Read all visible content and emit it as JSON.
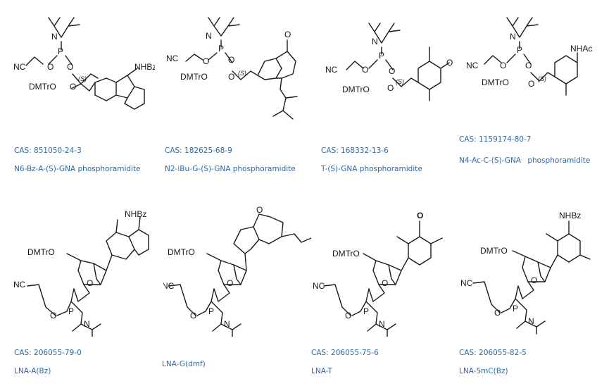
{
  "compounds": [
    {
      "cas": "CAS: 851050-24-3",
      "name": "N6-Bz-A-(S)-GNA phosphoramidite",
      "atoms": {
        "n": "N",
        "p": "P",
        "o1": "O",
        "o2": "O",
        "nc": "NC",
        "dmt": "DMTrO",
        "s": "(S)",
        "o3": "O",
        "base": "NHBz"
      }
    },
    {
      "cas": "CAS: 182625-68-9",
      "name": "N2-iBu-G-(S)-GNA phosphoramidite",
      "atoms": {
        "n": "N",
        "p": "P",
        "o1": "O",
        "o2": "O",
        "nc": "NC",
        "dmt": "DMTrO",
        "s": "(S)",
        "o3": "O",
        "base": "O"
      }
    },
    {
      "cas": "CAS: 168332-13-6",
      "name": "T-(S)-GNA phosphoramidite",
      "atoms": {
        "n": "N",
        "p": "P",
        "o1": "O",
        "o2": "O",
        "nc": "NC",
        "dmt": "DMTrO",
        "s": "(S)",
        "o3": "O",
        "base": "O"
      }
    },
    {
      "cas": "CAS: 1159174-80-7",
      "name": "N4-Ac-C-(S)-GNA phosphoramidite",
      "atoms": {
        "n": "N",
        "p": "P",
        "o1": "O",
        "o2": "O",
        "nc": "NC",
        "dmt": "DMTrO",
        "s": "(S)",
        "o3": "O",
        "base": "NHAc"
      }
    },
    {
      "cas": "CAS: 206055-79-0",
      "name": "LNA-A(Bz)",
      "atoms": {
        "dmt": "DMTrO",
        "o": "O",
        "nc": "NC",
        "o2": "O",
        "p": "P",
        "n": "N",
        "base": "NHBz"
      }
    },
    {
      "cas": "",
      "name": "LNA-G(dmf)",
      "atoms": {
        "dmt": "DMTrO",
        "o": "O",
        "nc": "NC",
        "o2": "O",
        "p": "P",
        "n": "N",
        "base": "O"
      }
    },
    {
      "cas": "CAS: 206055-75-6",
      "name": "LNA-T",
      "atoms": {
        "dmt": "DMTrO",
        "o": "O",
        "nc": "NC",
        "o2": "O",
        "p": "P",
        "n": "N",
        "base": "O"
      }
    },
    {
      "cas": "CAS: 206055-82-5",
      "name": "LNA-5mC(Bz)",
      "atoms": {
        "dmt": "DMTrO",
        "o": "O",
        "nc": "NC",
        "o2": "O",
        "p": "P",
        "n": "N",
        "base": "NHBz"
      }
    }
  ]
}
